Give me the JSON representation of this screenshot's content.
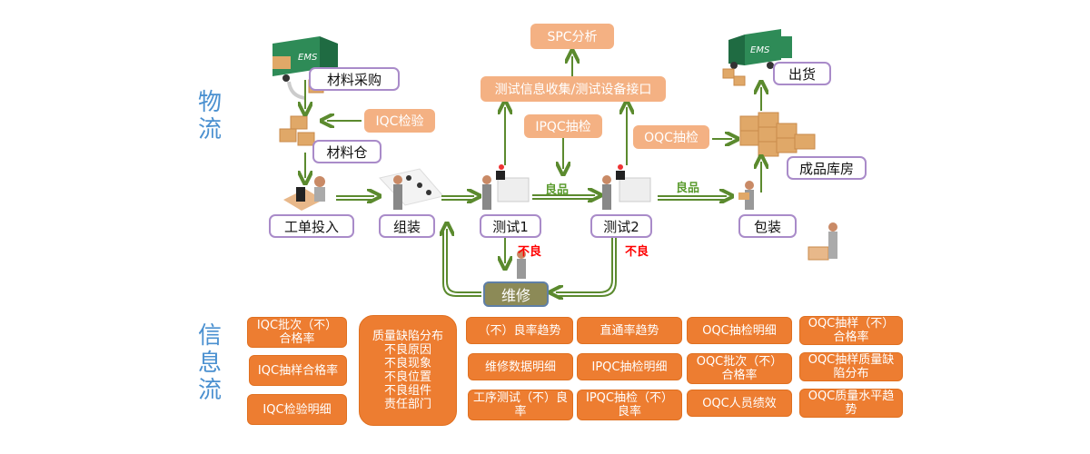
{
  "sections": {
    "logistics_label": "物流",
    "information_label": "信息流"
  },
  "nodes": {
    "purchase": "材料采购",
    "warehouse": "材料仓",
    "work_order": "工单投入",
    "assembly": "组装",
    "test1": "测试1",
    "test2": "测试2",
    "packaging": "包装",
    "finished_warehouse": "成品库房",
    "shipping": "出货",
    "repair": "维修"
  },
  "qc_boxes": {
    "iqc": "IQC检验",
    "ipqc": "IPQC抽检",
    "oqc": "OQC抽检",
    "test_interface": "测试信息收集/测试设备接口",
    "spc": "SPC分析"
  },
  "flow_labels": {
    "good1": "良品",
    "good2": "良品",
    "bad1": "不良",
    "bad2": "不良"
  },
  "truck_labels": {
    "inbound": "EMS",
    "outbound": "EMS"
  },
  "info_flow": {
    "col1": [
      "IQC批次（不）合格率",
      "IQC抽样合格率",
      "IQC检验明细"
    ],
    "col2": [
      "质量缺陷分布",
      "不良原因",
      "不良现象",
      "不良位置",
      "不良组件",
      "责任部门"
    ],
    "col3": [
      "（不）良率趋势",
      "维修数据明细",
      "工序测试（不）良率"
    ],
    "col4": [
      "直通率趋势",
      "IPQC抽检明细",
      "IPQC抽检（不）良率"
    ],
    "col5": [
      "OQC抽检明细",
      "OQC批次（不）合格率",
      "OQC人员绩效"
    ],
    "col6": [
      "OQC抽样（不）合格率",
      "OQC抽样质量缺陷分布",
      "OQC质量水平趋势"
    ]
  },
  "colors": {
    "arrow_green": "#5b8a2e",
    "info_orange": "#ed7d31",
    "qc_peach": "#f4b183",
    "node_border": "#a98bc9",
    "section_blue": "#4a90d0",
    "bad_red": "#ff0000",
    "repair_olive": "#8c8a57"
  }
}
